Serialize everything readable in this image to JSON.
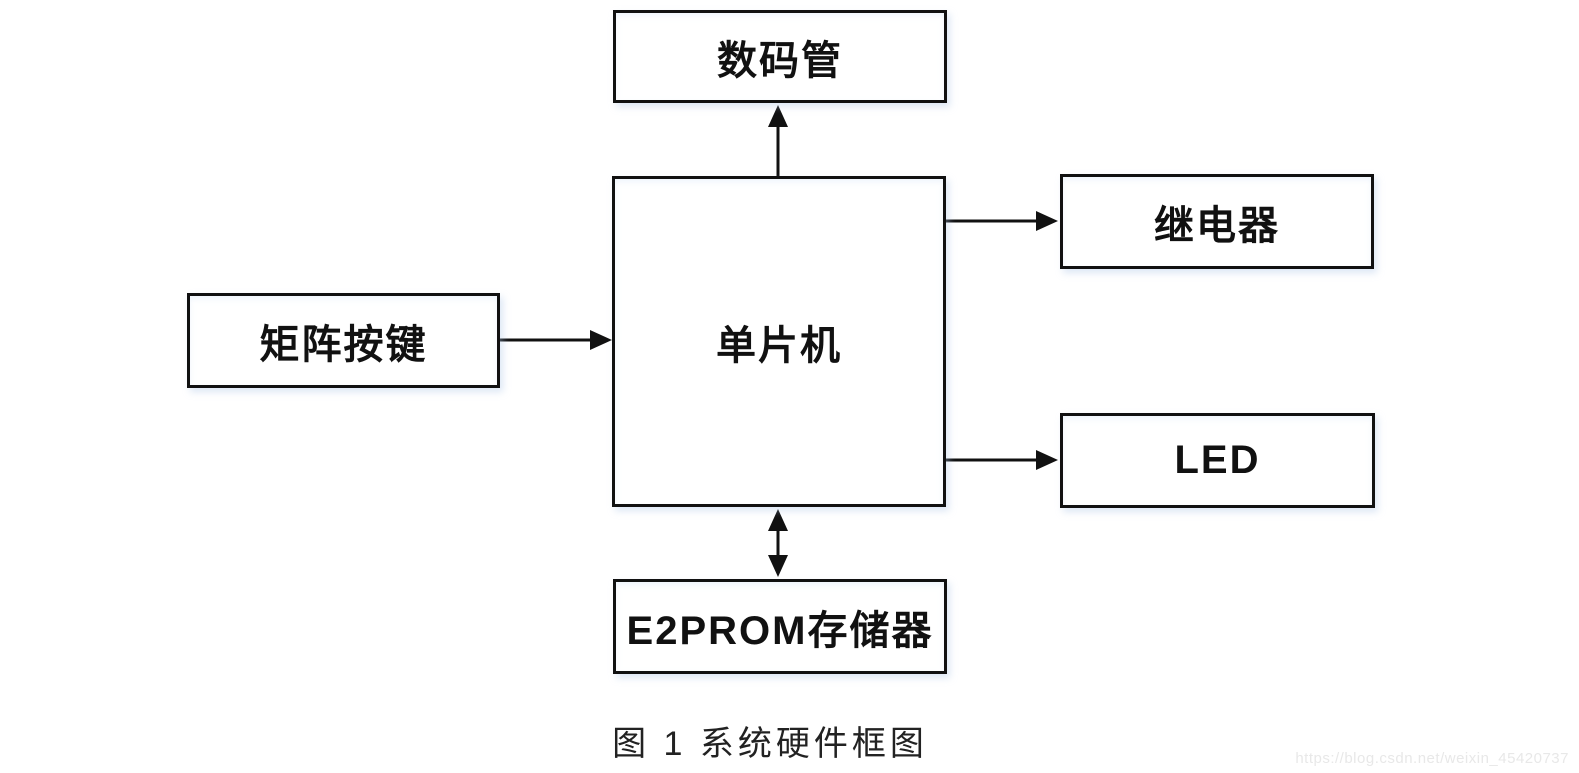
{
  "diagram": {
    "caption": "图 1 系统硬件框图",
    "watermark": "https://blog.csdn.net/weixin_45420737",
    "nodes": {
      "digital_tube": {
        "label": "数码管"
      },
      "mcu": {
        "label": "单片机"
      },
      "matrix_keypad": {
        "label": "矩阵按键"
      },
      "relay": {
        "label": "继电器"
      },
      "led": {
        "label": "LED"
      },
      "eeprom": {
        "label": "E2PROM存储器"
      }
    },
    "edges": [
      {
        "from": "mcu",
        "to": "digital_tube",
        "type": "one-way"
      },
      {
        "from": "matrix_keypad",
        "to": "mcu",
        "type": "one-way"
      },
      {
        "from": "mcu",
        "to": "relay",
        "type": "one-way"
      },
      {
        "from": "mcu",
        "to": "led",
        "type": "one-way"
      },
      {
        "from": "mcu",
        "to": "eeprom",
        "type": "two-way"
      }
    ],
    "colors": {
      "line": "#111111",
      "box_border": "#111111",
      "box_fill": "#ffffff",
      "background": "#ffffff",
      "watermark": "#e8e8e8"
    }
  }
}
